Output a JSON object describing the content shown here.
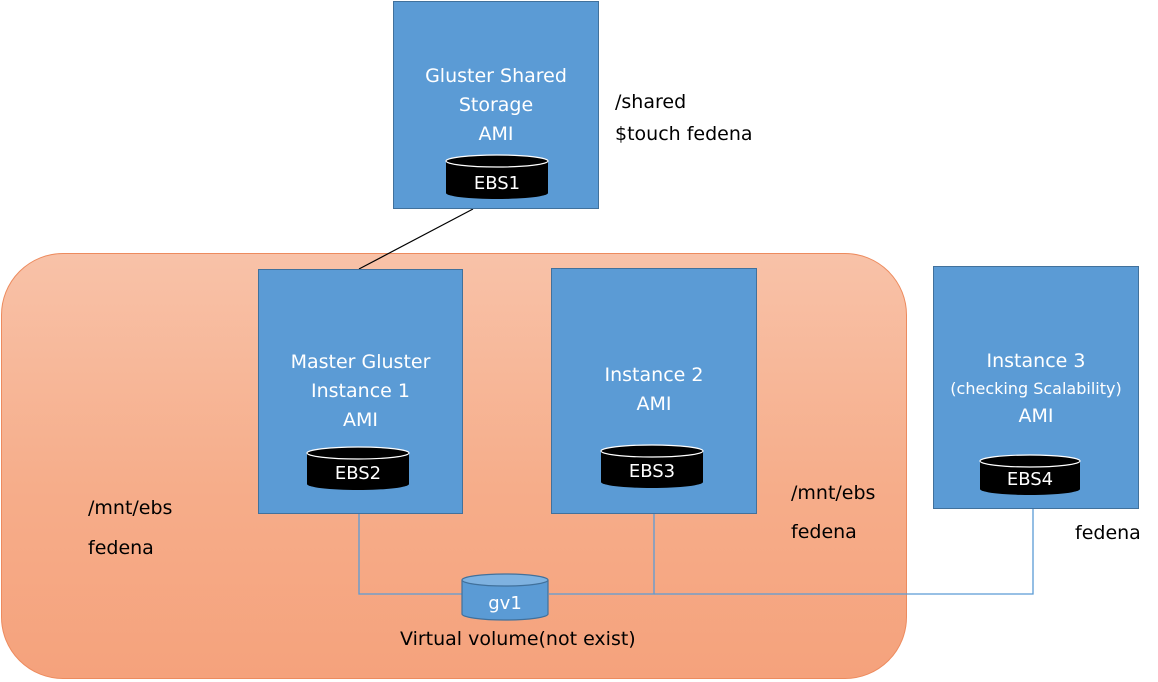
{
  "boxes": {
    "shared": {
      "line1": "Gluster Shared",
      "line2": "Storage",
      "line3": "AMI",
      "disk": "EBS1"
    },
    "master": {
      "line1": "Master Gluster",
      "line2": "Instance 1",
      "line3": "AMI",
      "disk": "EBS2"
    },
    "instance2": {
      "line1": "Instance 2",
      "line2": "AMI",
      "disk": "EBS3"
    },
    "instance3": {
      "line1": "Instance 3",
      "line2": "(checking Scalability)",
      "line3": "AMI",
      "disk": "EBS4"
    }
  },
  "labels": {
    "shared_path": "/shared",
    "shared_cmd": "$touch fedena",
    "left_path": "/mnt/ebs",
    "left_file": "fedena",
    "right_path": "/mnt/ebs",
    "right_file": "fedena",
    "instance3_file": "fedena",
    "virtual_volume_name": "gv1",
    "virtual_volume_caption": "Virtual volume(not exist)"
  },
  "colors": {
    "instance_fill": "#5b9bd5",
    "cluster_fill": "#f6ad8a",
    "disk_fill": "#000000",
    "volume_fill": "#5b9bd5"
  }
}
